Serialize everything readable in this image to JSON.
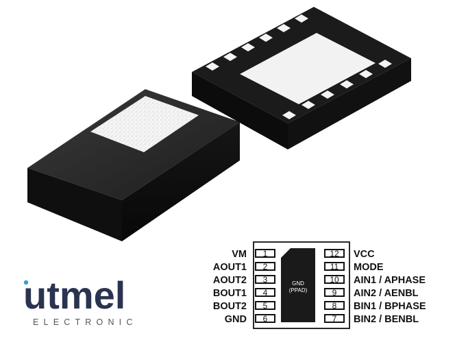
{
  "diagram": {
    "pins_left": [
      {
        "number": "1",
        "name": "VM"
      },
      {
        "number": "2",
        "name": "AOUT1"
      },
      {
        "number": "3",
        "name": "AOUT2"
      },
      {
        "number": "4",
        "name": "BOUT1"
      },
      {
        "number": "5",
        "name": "BOUT2"
      },
      {
        "number": "6",
        "name": "GND"
      }
    ],
    "pins_right": [
      {
        "number": "12",
        "name": "VCC"
      },
      {
        "number": "11",
        "name": "MODE"
      },
      {
        "number": "10",
        "name": "AIN1 / APHASE"
      },
      {
        "number": "9",
        "name": "AIN2 / AENBL"
      },
      {
        "number": "8",
        "name": "BIN1 / BPHASE"
      },
      {
        "number": "7",
        "name": "BIN2 / BENBL"
      }
    ],
    "thermal_pad": {
      "line1": "GND",
      "line2": "(PPAD)"
    }
  },
  "logo": {
    "word": "utmel",
    "sub": "ELECTRONIC",
    "colors": {
      "word": "#2a3350",
      "accent": "#3c9ad6"
    }
  }
}
